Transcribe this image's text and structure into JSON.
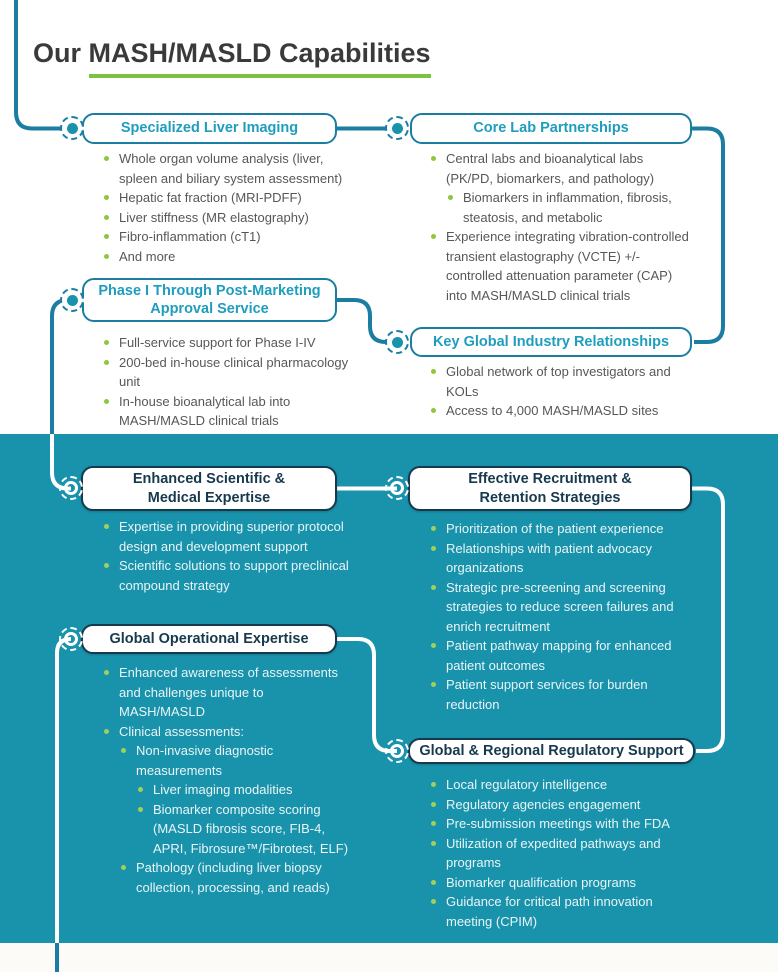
{
  "title": {
    "prefix": "Our",
    "underlined": "MASH/MASLD Capabilities"
  },
  "colors": {
    "teal_bg": "#1992ac",
    "line_teal": "#1b7da1",
    "line_white": "#ffffff",
    "header_teal": "#1f9dbd",
    "navy": "#17394e",
    "body_text": "#565759",
    "body_text_light": "#e9f5f7",
    "green_bullet": "#8dc63f",
    "green_bullet_light": "#9fd05c",
    "green_underline": "#7cc142",
    "title_text": "#3a3a3a",
    "bottom_strip": "#fcfbf8"
  },
  "icons": {
    "connector_node": "serrated-gear-dot"
  },
  "top_section": {
    "boxes": [
      {
        "id": "specialized-liver-imaging",
        "title_lines": [
          "Specialized Liver Imaging"
        ],
        "items": [
          {
            "text": "Whole organ volume analysis (liver, spleen and biliary system assessment)",
            "level": 0
          },
          {
            "text": "Hepatic fat fraction (MRI-PDFF)",
            "level": 0
          },
          {
            "text": "Liver stiffness (MR elastography)",
            "level": 0
          },
          {
            "text": "Fibro-inflammation (cT1)",
            "level": 0
          },
          {
            "text": "And more",
            "level": 0
          }
        ]
      },
      {
        "id": "core-lab-partnerships",
        "title_lines": [
          "Core Lab Partnerships"
        ],
        "items": [
          {
            "text": "Central labs and bioanalytical labs (PK/PD, biomarkers, and pathology)",
            "level": 0
          },
          {
            "text": "Biomarkers in inflammation, fibrosis, steatosis, and metabolic",
            "level": 1
          },
          {
            "text": "Experience integrating vibration-controlled transient elastography (VCTE) +/- controlled attenuation parameter (CAP) into MASH/MASLD clinical trials",
            "level": 0
          }
        ]
      },
      {
        "id": "phase-i-through-post-marketing-approval-service",
        "title_lines": [
          "Phase I Through Post-Marketing",
          "Approval Service"
        ],
        "items": [
          {
            "text": "Full-service support for Phase I-IV",
            "level": 0
          },
          {
            "text": "200-bed in-house clinical pharmacology unit",
            "level": 0
          },
          {
            "text": "In-house bioanalytical lab into MASH/MASLD clinical trials",
            "level": 0
          }
        ]
      },
      {
        "id": "key-global-industry-relationships",
        "title_lines": [
          "Key Global Industry Relationships"
        ],
        "items": [
          {
            "text": "Global network of top investigators and KOLs",
            "level": 0
          },
          {
            "text": "Access to 4,000 MASH/MASLD sites",
            "level": 0
          }
        ]
      }
    ]
  },
  "bottom_section": {
    "boxes": [
      {
        "id": "enhanced-scientific-medical-expertise",
        "title_lines": [
          "Enhanced Scientific &",
          "Medical Expertise"
        ],
        "items": [
          {
            "text": "Expertise in providing superior protocol design and development support",
            "level": 0
          },
          {
            "text": "Scientific solutions to support preclinical compound strategy",
            "level": 0
          }
        ]
      },
      {
        "id": "effective-recruitment-retention-strategies",
        "title_lines": [
          "Effective Recruitment &",
          "Retention Strategies"
        ],
        "items": [
          {
            "text": "Prioritization of the patient experience",
            "level": 0
          },
          {
            "text": "Relationships with patient advocacy organizations",
            "level": 0
          },
          {
            "text": "Strategic pre-screening and screening strategies to reduce screen failures and enrich recruitment",
            "level": 0
          },
          {
            "text": "Patient pathway mapping for enhanced patient outcomes",
            "level": 0
          },
          {
            "text": "Patient support services for burden reduction",
            "level": 0
          }
        ]
      },
      {
        "id": "global-operational-expertise",
        "title_lines": [
          "Global Operational Expertise"
        ],
        "items": [
          {
            "text": "Enhanced awareness of assessments and challenges unique to MASH/MASLD",
            "level": 0
          },
          {
            "text": "Clinical assessments:",
            "level": 0
          },
          {
            "text": "Non-invasive diagnostic measurements",
            "level": 1
          },
          {
            "text": "Liver imaging modalities",
            "level": 2
          },
          {
            "text": "Biomarker composite scoring (MASLD fibrosis score, FIB-4, APRI, Fibrosure™/Fibrotest, ELF)",
            "level": 2
          },
          {
            "text": "Pathology (including liver biopsy collection, processing, and reads)",
            "level": 1
          }
        ]
      },
      {
        "id": "global-regional-regulatory-support",
        "title_lines": [
          "Global & Regional Regulatory Support"
        ],
        "items": [
          {
            "text": "Local regulatory intelligence",
            "level": 0
          },
          {
            "text": "Regulatory agencies engagement",
            "level": 0
          },
          {
            "text": "Pre-submission meetings with the FDA",
            "level": 0
          },
          {
            "text": "Utilization of expedited pathways and programs",
            "level": 0
          },
          {
            "text": "Biomarker qualification programs",
            "level": 0
          },
          {
            "text": "Guidance for critical path innovation meeting (CPIM)",
            "level": 0
          }
        ]
      }
    ]
  }
}
